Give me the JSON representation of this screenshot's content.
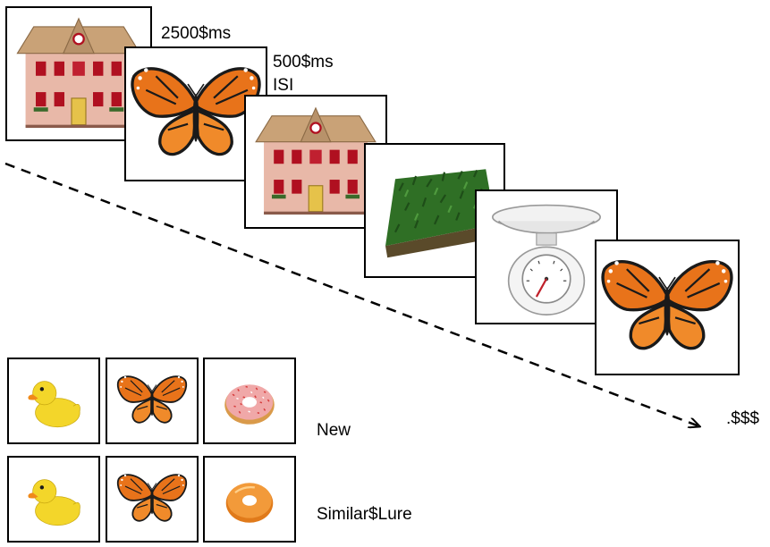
{
  "timing": {
    "stimulus_duration": "2500$ms",
    "isi_duration": "500$ms",
    "isi_label": "ISI"
  },
  "arrow_end_label": ".$$$",
  "rows": {
    "new_label": "New",
    "lure_label": "Similar$Lure"
  },
  "sequence": [
    "house-icon",
    "butterfly-icon",
    "house-icon",
    "grass-icon",
    "kitchen-scale-icon",
    "butterfly-icon"
  ],
  "test_items": [
    "rubber-duck-icon",
    "butterfly-icon",
    "donut-icon"
  ]
}
